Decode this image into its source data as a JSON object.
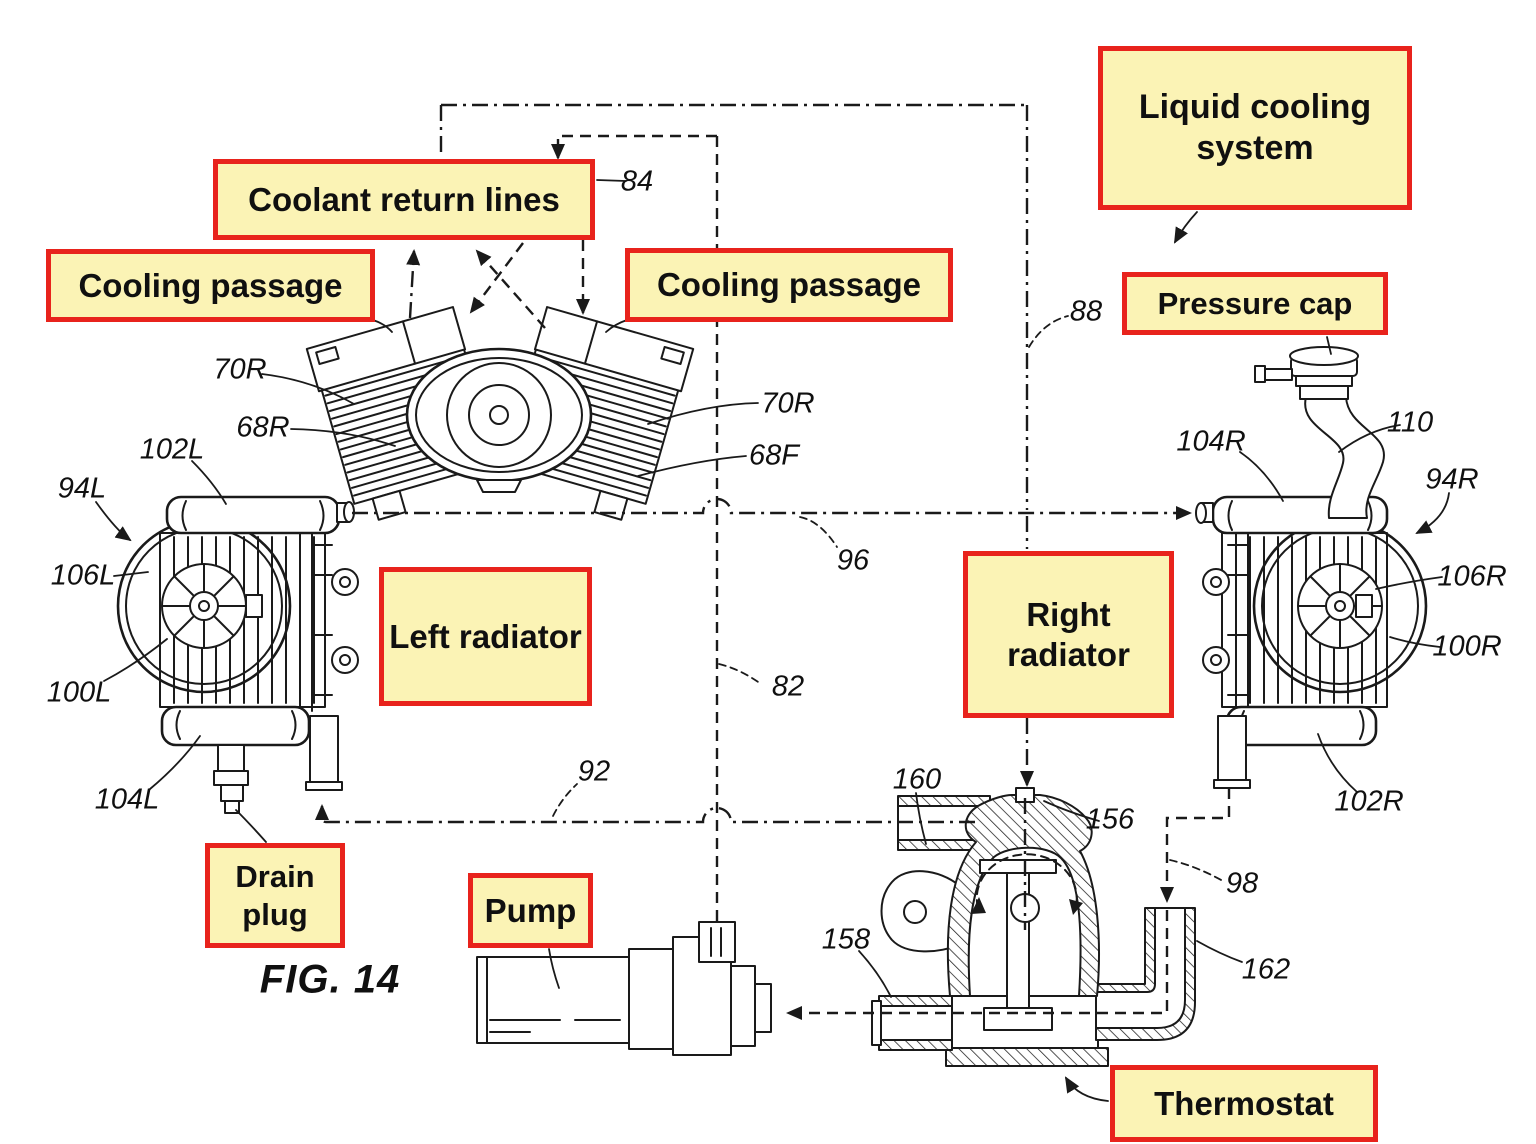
{
  "figure": {
    "caption": "FIG. 14"
  },
  "colors": {
    "box_fill": "#FBF3B5",
    "box_border": "#E8231C",
    "ink": "#101010",
    "line": "#1A1A1A",
    "paper": "#FFFFFF"
  },
  "callouts": {
    "liquid": {
      "label": "Liquid cooling system"
    },
    "return_lines": {
      "label": "Coolant return lines"
    },
    "passage_left": {
      "label": "Cooling passage"
    },
    "passage_right": {
      "label": "Cooling passage"
    },
    "pressure_cap": {
      "label": "Pressure cap"
    },
    "left_radiator": {
      "label": "Left radiator"
    },
    "right_radiator": {
      "label": "Right radiator"
    },
    "drain_plug": {
      "label": "Drain plug"
    },
    "pump": {
      "label": "Pump"
    },
    "thermostat": {
      "label": "Thermostat"
    }
  },
  "refs": {
    "n84": {
      "text": "84"
    },
    "n88": {
      "text": "88"
    },
    "n70R_left": {
      "text": "70R"
    },
    "n68R": {
      "text": "68R"
    },
    "n70R_right": {
      "text": "70R"
    },
    "n68F": {
      "text": "68F"
    },
    "n102L": {
      "text": "102L"
    },
    "n94L": {
      "text": "94L"
    },
    "n106L": {
      "text": "106L"
    },
    "n100L": {
      "text": "100L"
    },
    "n104L": {
      "text": "104L"
    },
    "n96": {
      "text": "96"
    },
    "n82": {
      "text": "82"
    },
    "n92": {
      "text": "92"
    },
    "n104R": {
      "text": "104R"
    },
    "n110": {
      "text": "110"
    },
    "n94R": {
      "text": "94R"
    },
    "n106R": {
      "text": "106R"
    },
    "n100R": {
      "text": "100R"
    },
    "n102R": {
      "text": "102R"
    },
    "n160": {
      "text": "160"
    },
    "n156": {
      "text": "156"
    },
    "n158": {
      "text": "158"
    },
    "n98": {
      "text": "98"
    },
    "n162": {
      "text": "162"
    }
  }
}
